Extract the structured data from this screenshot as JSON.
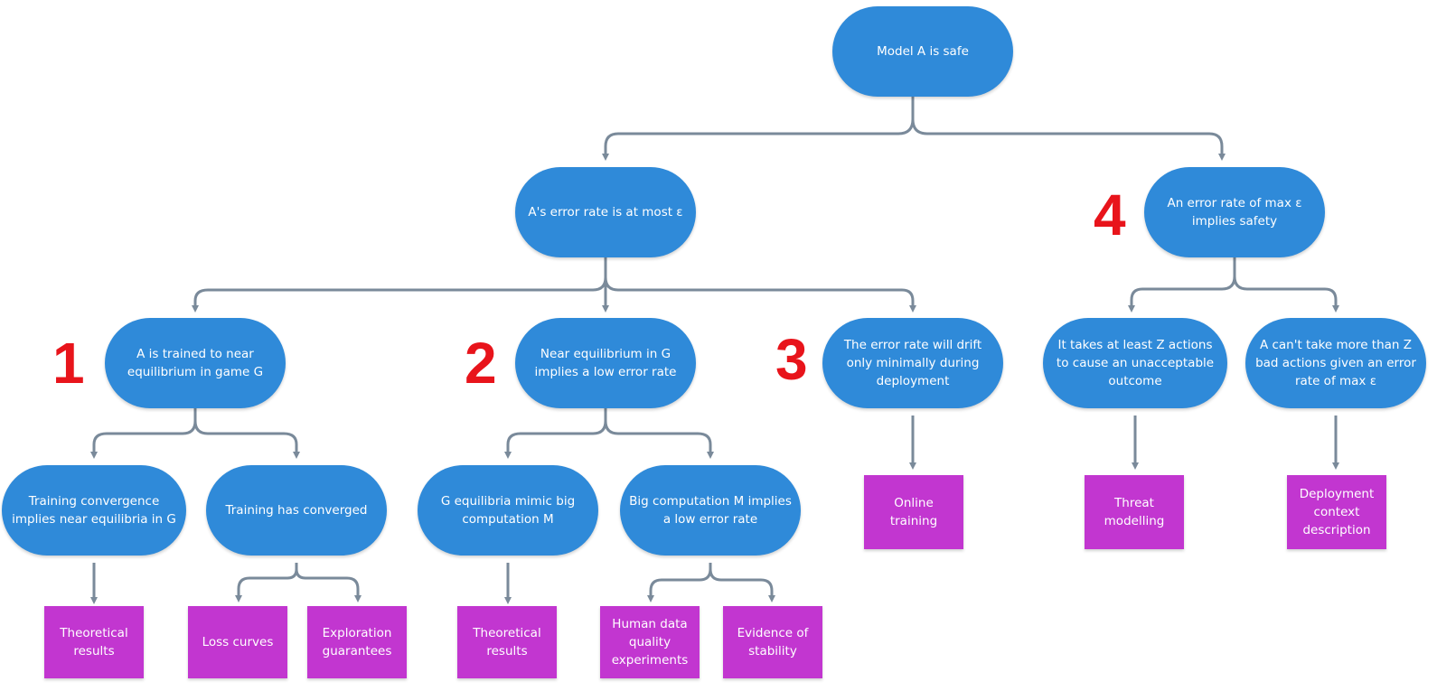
{
  "colors": {
    "claim": "#2f8ad9",
    "evidence": "#c236d0",
    "connector": "#7a8a9a",
    "marker": "#e8141b"
  },
  "diagram": {
    "root": "Model A is safe",
    "claims": {
      "error_rate": "A's error rate is at most ε",
      "implies_safety": "An error rate of max ε\nimplies safety",
      "near_equilibrium": "A is trained to near\nequilibrium in game G",
      "equilibrium_low_error": "Near equilibrium in G\nimplies a low error rate",
      "drift": "The error rate will drift\nonly minimally during\ndeployment",
      "z_actions": "It takes at least Z actions\nto cause an unacceptable\noutcome",
      "bad_actions": "A can't take more than Z\nbad actions given an error\nrate of max ε",
      "convergence_implies": "Training convergence\nimplies near equilibria in G",
      "has_converged": "Training has converged",
      "mimic_computation": "G equilibria mimic big\ncomputation M",
      "computation_low_error": "Big computation M implies\na low error rate"
    },
    "evidence": {
      "theoretical_1": "Theoretical\nresults",
      "loss_curves": "Loss curves",
      "exploration": "Exploration\nguarantees",
      "theoretical_2": "Theoretical\nresults",
      "human_data": "Human data\nquality\nexperiments",
      "stability": "Evidence of\nstability",
      "online_training": "Online\ntraining",
      "threat_modelling": "Threat\nmodelling",
      "deployment_context": "Deployment\ncontext\ndescription"
    },
    "markers": [
      "1",
      "2",
      "3",
      "4"
    ]
  }
}
